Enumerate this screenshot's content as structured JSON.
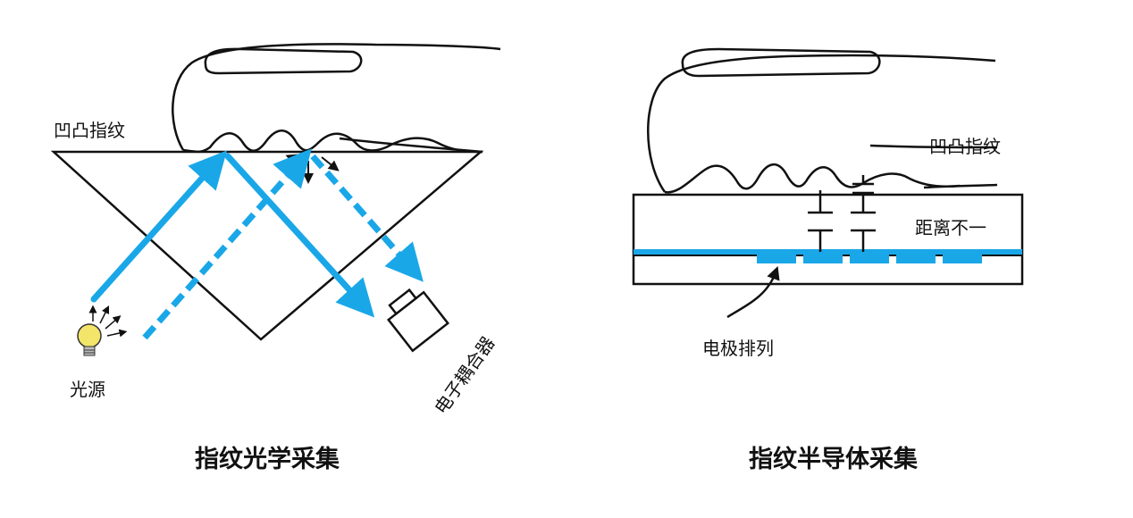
{
  "optical": {
    "ridge_label": "凹凸指纹",
    "light_label": "光源",
    "ccd_label": "电子耦合器",
    "caption": "指纹光学采集"
  },
  "semiconductor": {
    "ridge_label": "凹凸指纹",
    "distance_label": "距离不一",
    "electrode_label": "电极排列",
    "caption": "指纹半导体采集"
  },
  "colors": {
    "accent": "#1aa7e8",
    "line": "#111111",
    "bulb": "#f3e56a"
  }
}
